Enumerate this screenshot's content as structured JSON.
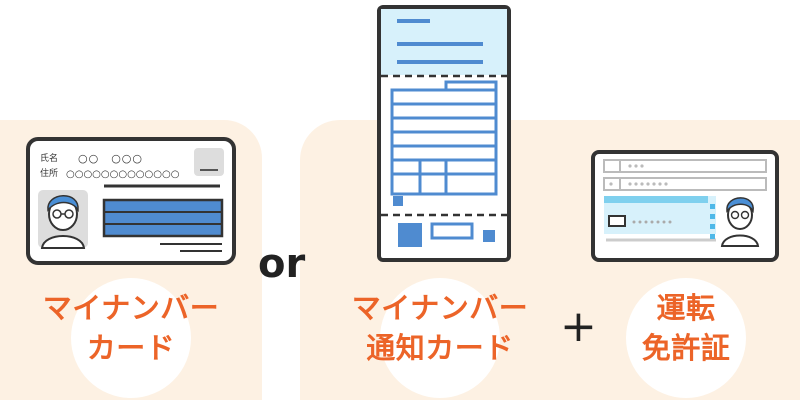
{
  "options": {
    "mynumber_card": {
      "label_line1": "マイナンバー",
      "label_line2": "カード",
      "card_name_label": "氏名",
      "card_name_value": "○○　○○○",
      "card_address_label": "住所",
      "card_address_value": "○○○○○○○○○○○○○"
    },
    "separator_or": "or",
    "notification_card": {
      "label_line1": "マイナンバー",
      "label_line2": "通知カード"
    },
    "separator_plus": "+",
    "drivers_license": {
      "label_line1": "運転",
      "label_line2": "免許証"
    }
  },
  "colors": {
    "accent_orange": "#ec6428",
    "panel_cream": "#fdf1e3",
    "document_blue": "#4f8bd0",
    "light_blue": "#d7f1fb",
    "hair_blue": "#4a8fd6",
    "outline": "#333333"
  }
}
